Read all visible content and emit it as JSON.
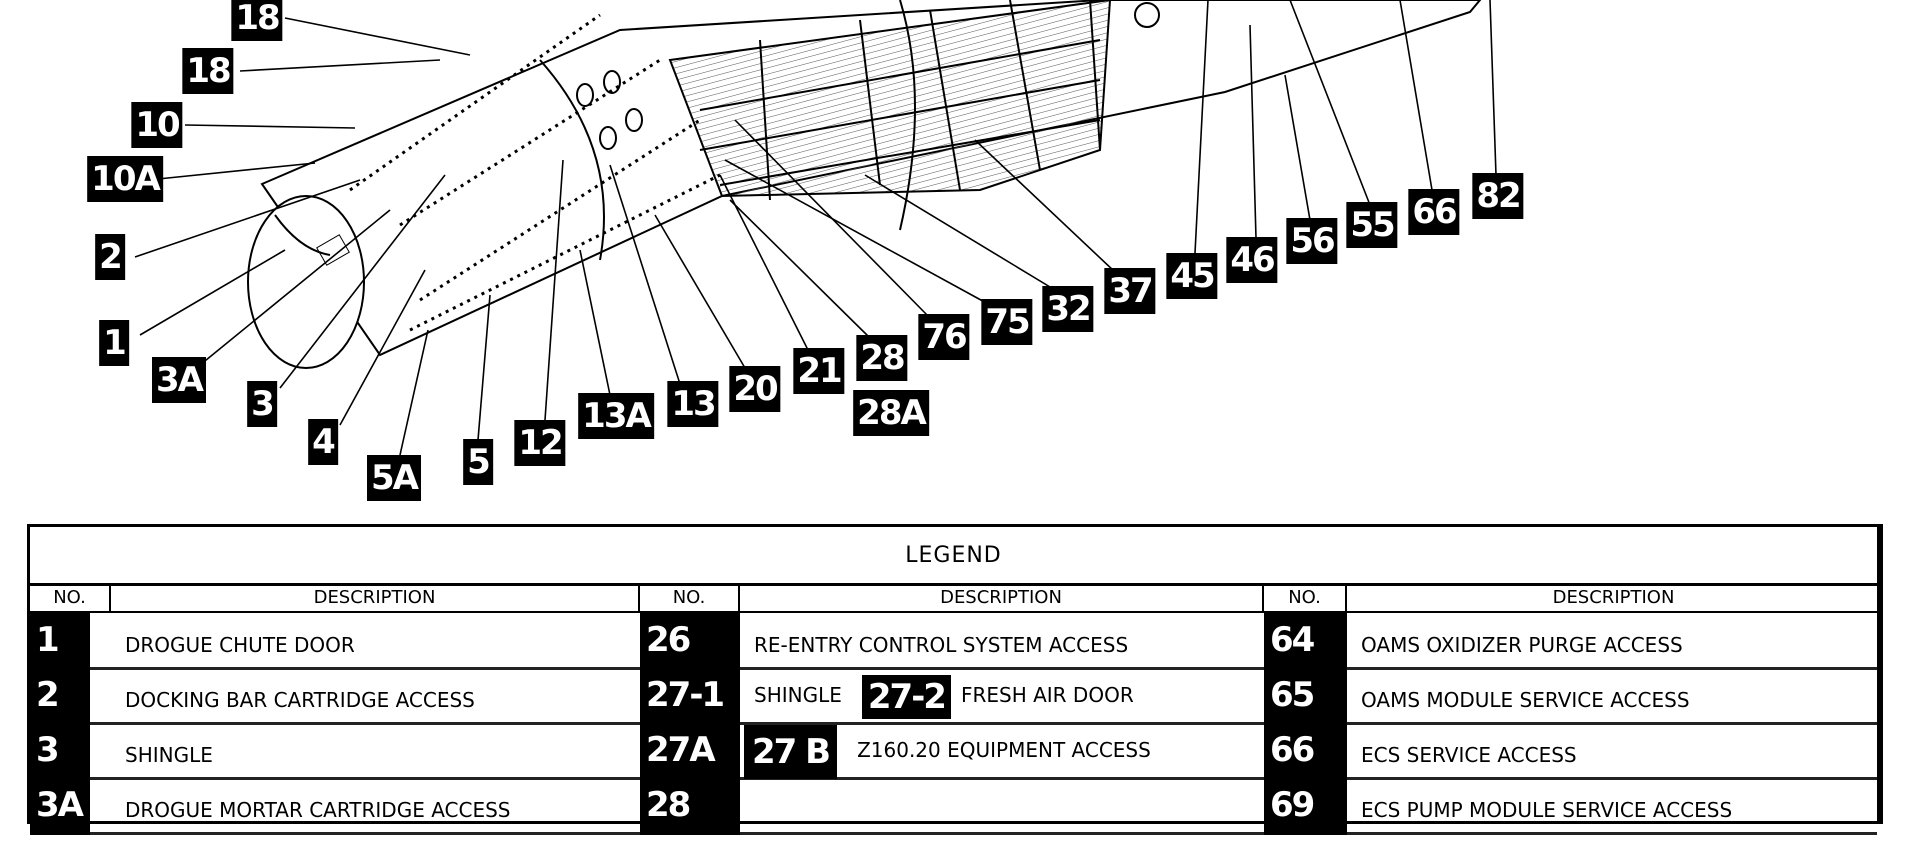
{
  "callouts": [
    "18",
    "18",
    "10",
    "10A",
    "2",
    "1",
    "3A",
    "3",
    "4",
    "5A",
    "5",
    "12",
    "13A",
    "13",
    "20",
    "21",
    "28",
    "28A",
    "76",
    "75",
    "32",
    "37",
    "45",
    "46",
    "56",
    "55",
    "66",
    "82"
  ],
  "legend": {
    "title": "LEGEND",
    "headers": {
      "no": "NO.",
      "description": "DESCRIPTION"
    },
    "rows": [
      {
        "c1_no": "1",
        "c1_desc": "DROGUE CHUTE DOOR",
        "c2_no": "26",
        "c2_desc": "RE-ENTRY CONTROL SYSTEM ACCESS",
        "c3_no": "64",
        "c3_desc": "OAMS OXIDIZER PURGE ACCESS"
      },
      {
        "c1_no": "2",
        "c1_desc": "DOCKING BAR CARTRIDGE ACCESS",
        "c2_no": "27-1",
        "c2_desc": "SHINGLE",
        "c2_extra_no": "27-2",
        "c2_extra_desc": "FRESH AIR DOOR",
        "c3_no": "65",
        "c3_desc": "OAMS MODULE SERVICE ACCESS"
      },
      {
        "c1_no": "3",
        "c1_desc": "SHINGLE",
        "c2_no": "27A",
        "c2_extra_no": "27 B",
        "c2_desc": "Z160.20 EQUIPMENT ACCESS",
        "c3_no": "66",
        "c3_desc": "ECS SERVICE ACCESS"
      },
      {
        "c1_no": "3A",
        "c1_desc": "DROGUE MORTAR CARTRIDGE ACCESS",
        "c2_no": "28",
        "c2_desc": "",
        "c3_no": "69",
        "c3_desc": "ECS PUMP MODULE SERVICE ACCESS"
      }
    ]
  }
}
